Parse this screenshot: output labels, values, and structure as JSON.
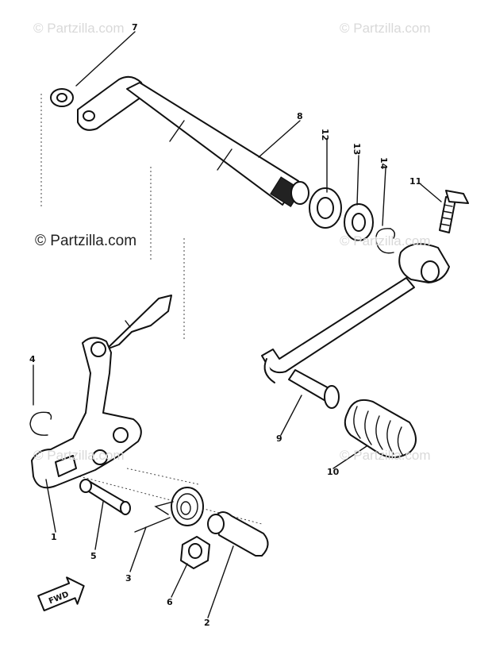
{
  "watermarks": {
    "top_left": "© Partzilla.com",
    "top_right": "© Partzilla.com",
    "center_left": "© Partzilla.com",
    "mid_right": "© Partzilla.com",
    "bottom_left": "© Partzilla.com",
    "bottom_right": "© Partzilla.com"
  },
  "direction_marker": "FWD",
  "callouts": {
    "c1": "1",
    "c2": "2",
    "c3": "3",
    "c4": "4",
    "c5": "5",
    "c6": "6",
    "c7": "7",
    "c8": "8",
    "c9": "9",
    "c10": "10",
    "c11": "11",
    "c12": "12",
    "c13": "13",
    "c14": "14"
  }
}
